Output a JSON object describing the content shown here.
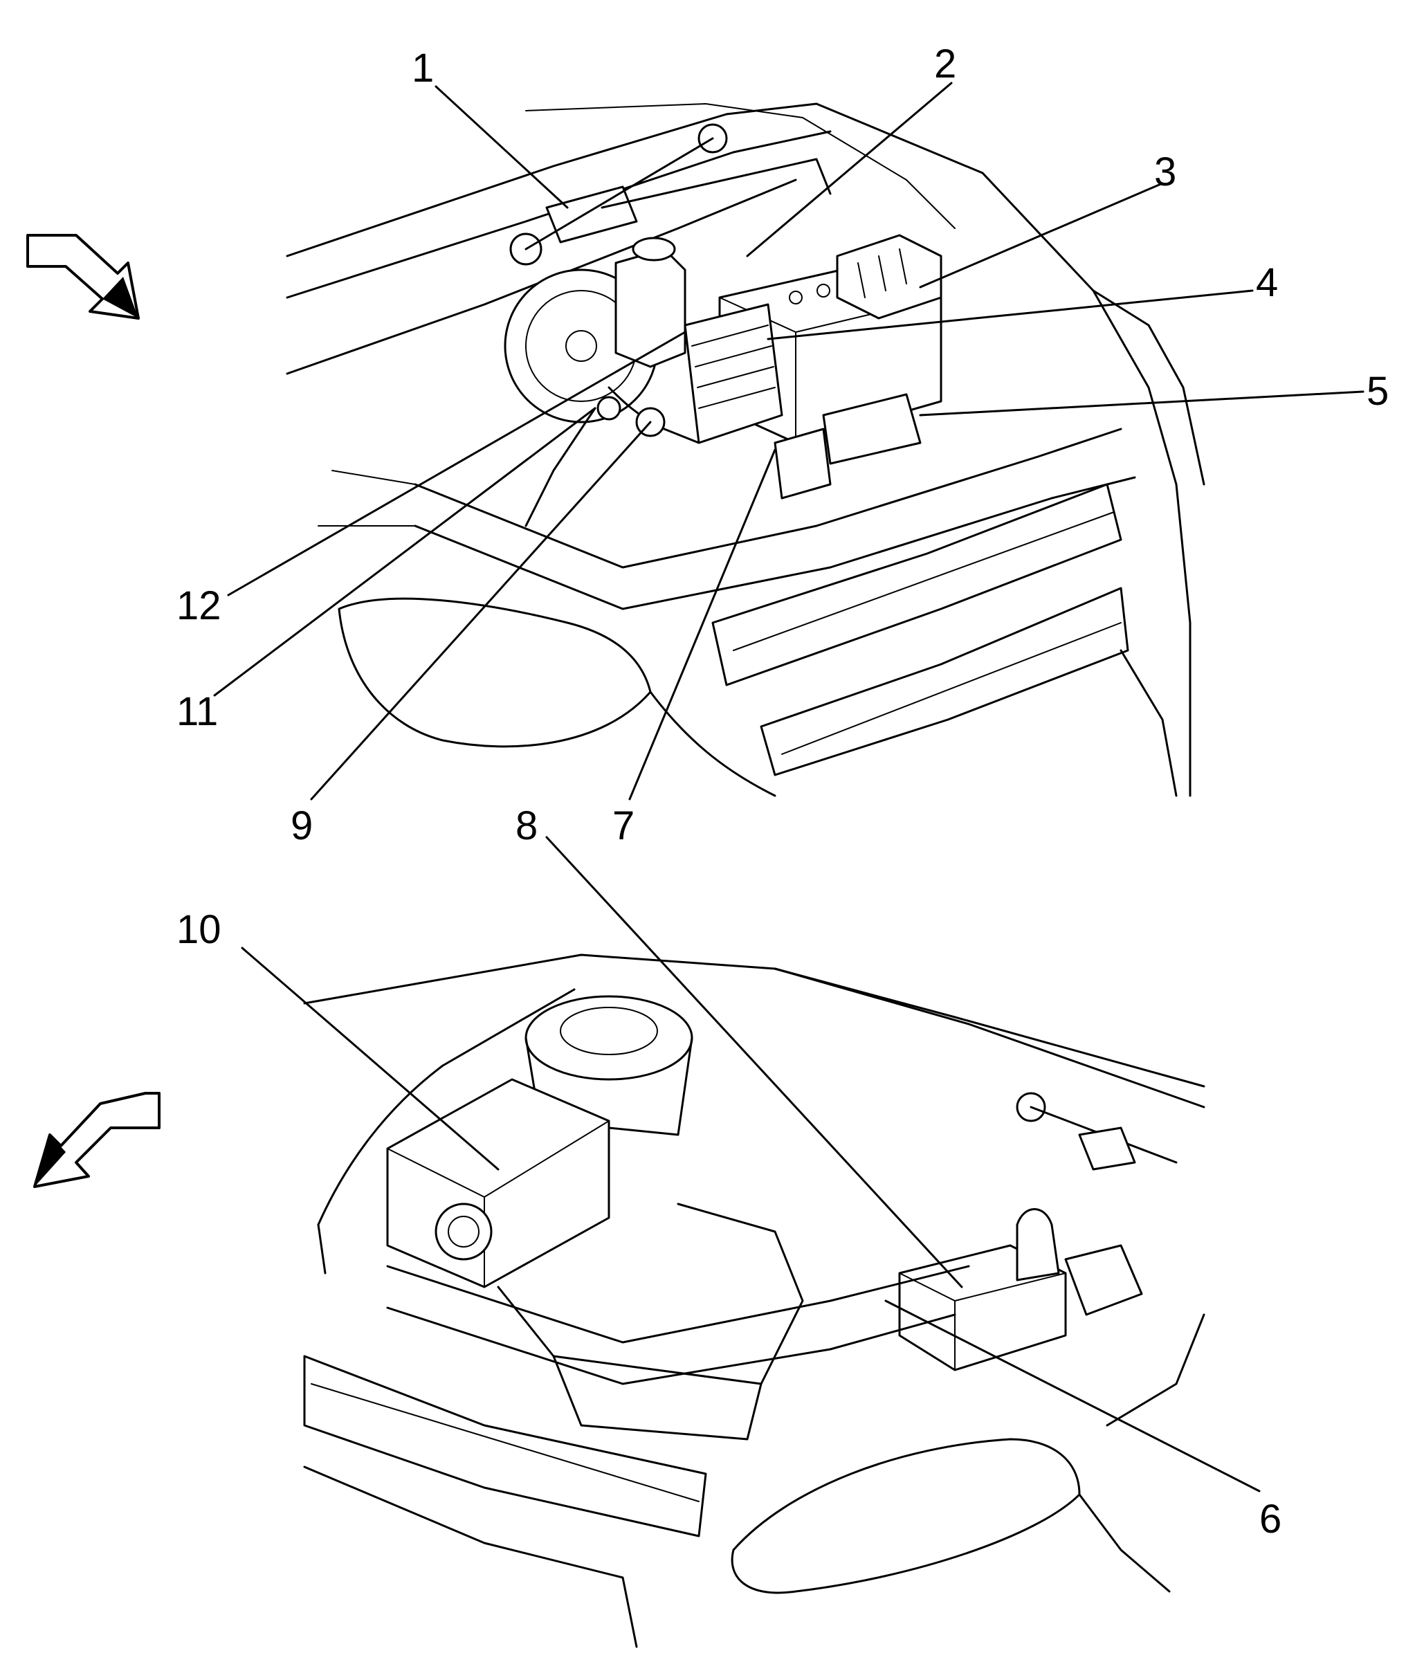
{
  "callouts": [
    {
      "id": "1",
      "label": "1"
    },
    {
      "id": "2",
      "label": "2"
    },
    {
      "id": "3",
      "label": "3"
    },
    {
      "id": "4",
      "label": "4"
    },
    {
      "id": "5",
      "label": "5"
    },
    {
      "id": "6",
      "label": "6"
    },
    {
      "id": "7",
      "label": "7"
    },
    {
      "id": "8",
      "label": "8"
    },
    {
      "id": "9",
      "label": "9"
    },
    {
      "id": "10",
      "label": "10"
    },
    {
      "id": "11",
      "label": "11"
    },
    {
      "id": "12",
      "label": "12"
    }
  ],
  "icons": {
    "top_direction": "direction-arrow-icon",
    "bottom_direction": "direction-arrow-icon"
  },
  "colors": {
    "line": "#000000",
    "background": "#ffffff"
  }
}
